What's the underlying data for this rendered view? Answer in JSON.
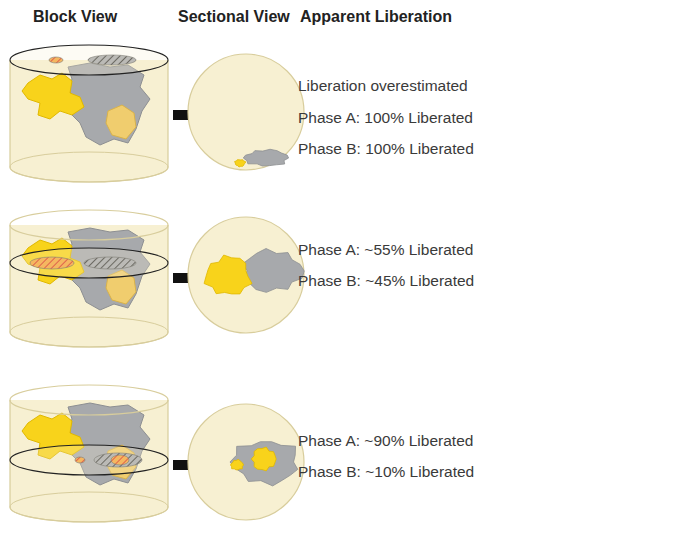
{
  "diagram": {
    "labels": [
      "Block View",
      "Sectional View",
      "Apparent Liberation",
      "Liberation overestimated",
      "Phase A: 100% Liberated",
      "Phase B: 100% Liberated",
      "Phase A: ~55% Liberated",
      "Phase B: ~45% Liberated",
      "Phase A: ~90% Liberated",
      "Phase B: ~10% Liberated"
    ]
  }
}
